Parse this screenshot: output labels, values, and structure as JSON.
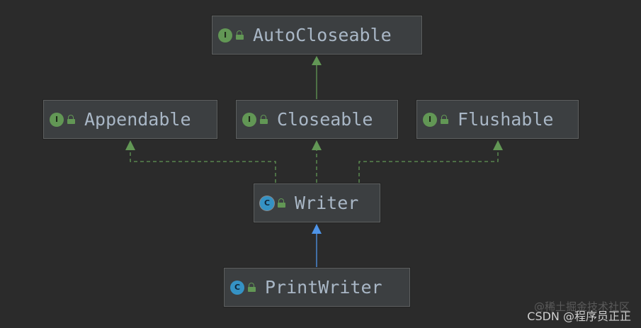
{
  "diagram": {
    "nodes": [
      {
        "id": "autocloseable",
        "label": "AutoCloseable",
        "kind": "interface",
        "kind_glyph": "I"
      },
      {
        "id": "appendable",
        "label": "Appendable",
        "kind": "interface",
        "kind_glyph": "I"
      },
      {
        "id": "closeable",
        "label": "Closeable",
        "kind": "interface",
        "kind_glyph": "I"
      },
      {
        "id": "flushable",
        "label": "Flushable",
        "kind": "interface",
        "kind_glyph": "I"
      },
      {
        "id": "writer",
        "label": "Writer",
        "kind": "abstract-class",
        "kind_glyph": "C"
      },
      {
        "id": "printwriter",
        "label": "PrintWriter",
        "kind": "class",
        "kind_glyph": "C"
      }
    ],
    "edges": [
      {
        "from": "closeable",
        "to": "autocloseable",
        "relation": "extends"
      },
      {
        "from": "writer",
        "to": "appendable",
        "relation": "implements"
      },
      {
        "from": "writer",
        "to": "closeable",
        "relation": "implements"
      },
      {
        "from": "writer",
        "to": "flushable",
        "relation": "implements"
      },
      {
        "from": "printwriter",
        "to": "writer",
        "relation": "extends"
      }
    ]
  },
  "colors": {
    "background": "#2b2b2b",
    "interface_arrow": "#629755",
    "class_arrow": "#4e94e8",
    "label": "#a9b7c6"
  },
  "watermark": {
    "main": "CSDN @程序员正正",
    "faint": "@稀土掘金技术社区"
  }
}
